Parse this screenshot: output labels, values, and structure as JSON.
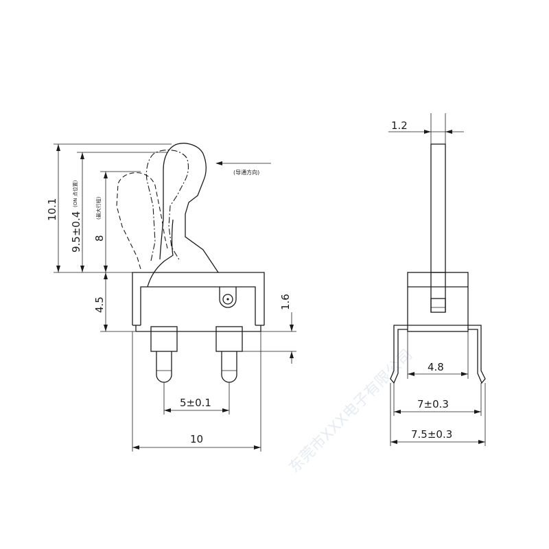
{
  "front_view": {
    "dims": {
      "height_total": "10.1",
      "height_on": "9.5±0.4",
      "height_on_note": "(ON 点位置)",
      "travel": "8",
      "travel_note": "(最大行程)",
      "body_height": "4.5",
      "pin_step": "1.6",
      "pin_pitch": "5±0.1",
      "body_width": "10"
    },
    "direction_note": "(导通方向)"
  },
  "side_view": {
    "dims": {
      "lever_thickness": "1.2",
      "inner_width": "4.8",
      "pin_span": "7±0.3",
      "outer_span": "7.5±0.3"
    }
  },
  "watermark": "东莞市XXX电子有限公司",
  "colors": {
    "line": "#1a1a1a",
    "background": "#ffffff",
    "watermark": "#c9d6e4"
  }
}
